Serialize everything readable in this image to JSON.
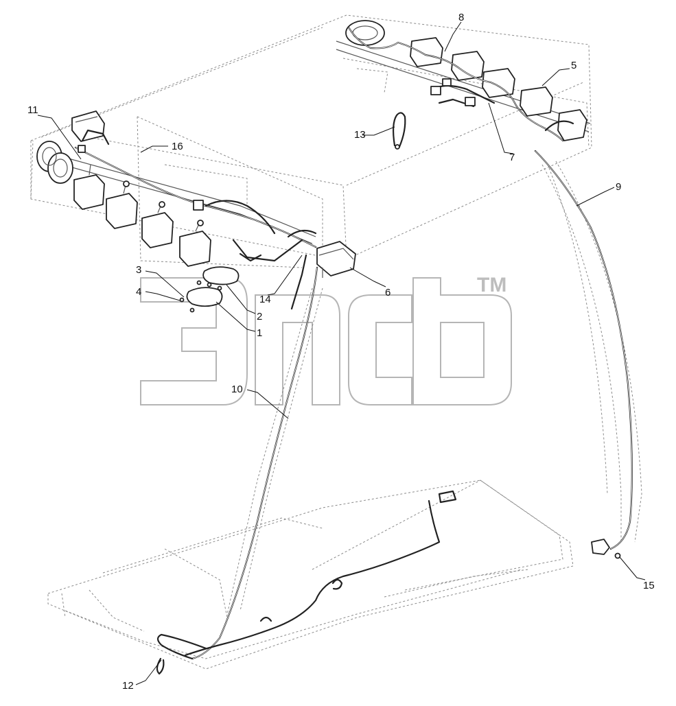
{
  "callouts": {
    "c1": "1",
    "c2": "2",
    "c3": "3",
    "c4": "4",
    "c5": "5",
    "c6": "6",
    "c7": "7",
    "c8": "8",
    "c9": "9",
    "c10": "10",
    "c11": "11",
    "c12": "12",
    "c13": "13",
    "c14": "14",
    "c15": "15",
    "c16": "16"
  },
  "watermark": {
    "tm": "TM"
  },
  "colors": {
    "ink": "#222222",
    "dashed": "#8a8a8a",
    "watermark": "#bdbdbd"
  }
}
